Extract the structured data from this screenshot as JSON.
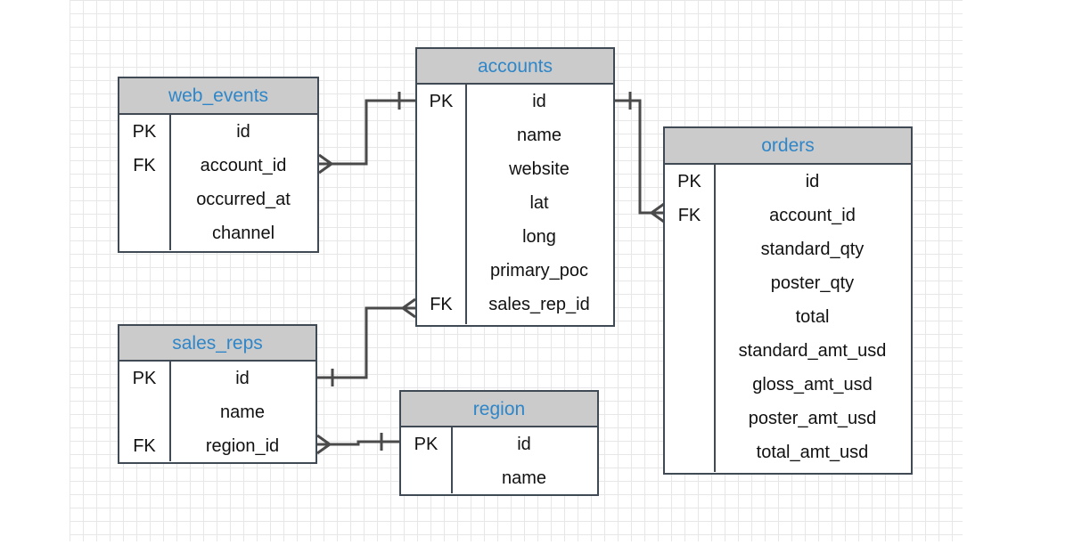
{
  "diagram": {
    "tables": [
      {
        "id": "web_events",
        "name": "web_events",
        "rows": [
          {
            "key": "PK",
            "field": "id"
          },
          {
            "key": "FK",
            "field": "account_id"
          },
          {
            "key": "",
            "field": "occurred_at"
          },
          {
            "key": "",
            "field": "channel"
          }
        ]
      },
      {
        "id": "accounts",
        "name": "accounts",
        "rows": [
          {
            "key": "PK",
            "field": "id"
          },
          {
            "key": "",
            "field": "name"
          },
          {
            "key": "",
            "field": "website"
          },
          {
            "key": "",
            "field": "lat"
          },
          {
            "key": "",
            "field": "long"
          },
          {
            "key": "",
            "field": "primary_poc"
          },
          {
            "key": "FK",
            "field": "sales_rep_id"
          }
        ]
      },
      {
        "id": "orders",
        "name": "orders",
        "rows": [
          {
            "key": "PK",
            "field": "id"
          },
          {
            "key": "FK",
            "field": "account_id"
          },
          {
            "key": "",
            "field": "standard_qty"
          },
          {
            "key": "",
            "field": "poster_qty"
          },
          {
            "key": "",
            "field": "total"
          },
          {
            "key": "",
            "field": "standard_amt_usd"
          },
          {
            "key": "",
            "field": "gloss_amt_usd"
          },
          {
            "key": "",
            "field": "poster_amt_usd"
          },
          {
            "key": "",
            "field": "total_amt_usd"
          }
        ]
      },
      {
        "id": "sales_reps",
        "name": "sales_reps",
        "rows": [
          {
            "key": "PK",
            "field": "id"
          },
          {
            "key": "",
            "field": "name"
          },
          {
            "key": "FK",
            "field": "region_id"
          }
        ]
      },
      {
        "id": "region",
        "name": "region",
        "rows": [
          {
            "key": "PK",
            "field": "id"
          },
          {
            "key": "",
            "field": "name"
          }
        ]
      }
    ],
    "relationships": [
      {
        "from": "web_events.account_id",
        "to": "accounts.id",
        "from_end": "many",
        "to_end": "one"
      },
      {
        "from": "orders.account_id",
        "to": "accounts.id",
        "from_end": "many",
        "to_end": "one"
      },
      {
        "from": "accounts.sales_rep_id",
        "to": "sales_reps.id",
        "from_end": "many",
        "to_end": "one"
      },
      {
        "from": "sales_reps.region_id",
        "to": "region.id",
        "from_end": "many",
        "to_end": "one"
      }
    ],
    "colors": {
      "header_bg": "#cbcbcb",
      "header_text": "#2f86c8",
      "border": "#3f4a55",
      "connector": "#4a4a4a",
      "grid": "#e7e7e7"
    }
  }
}
